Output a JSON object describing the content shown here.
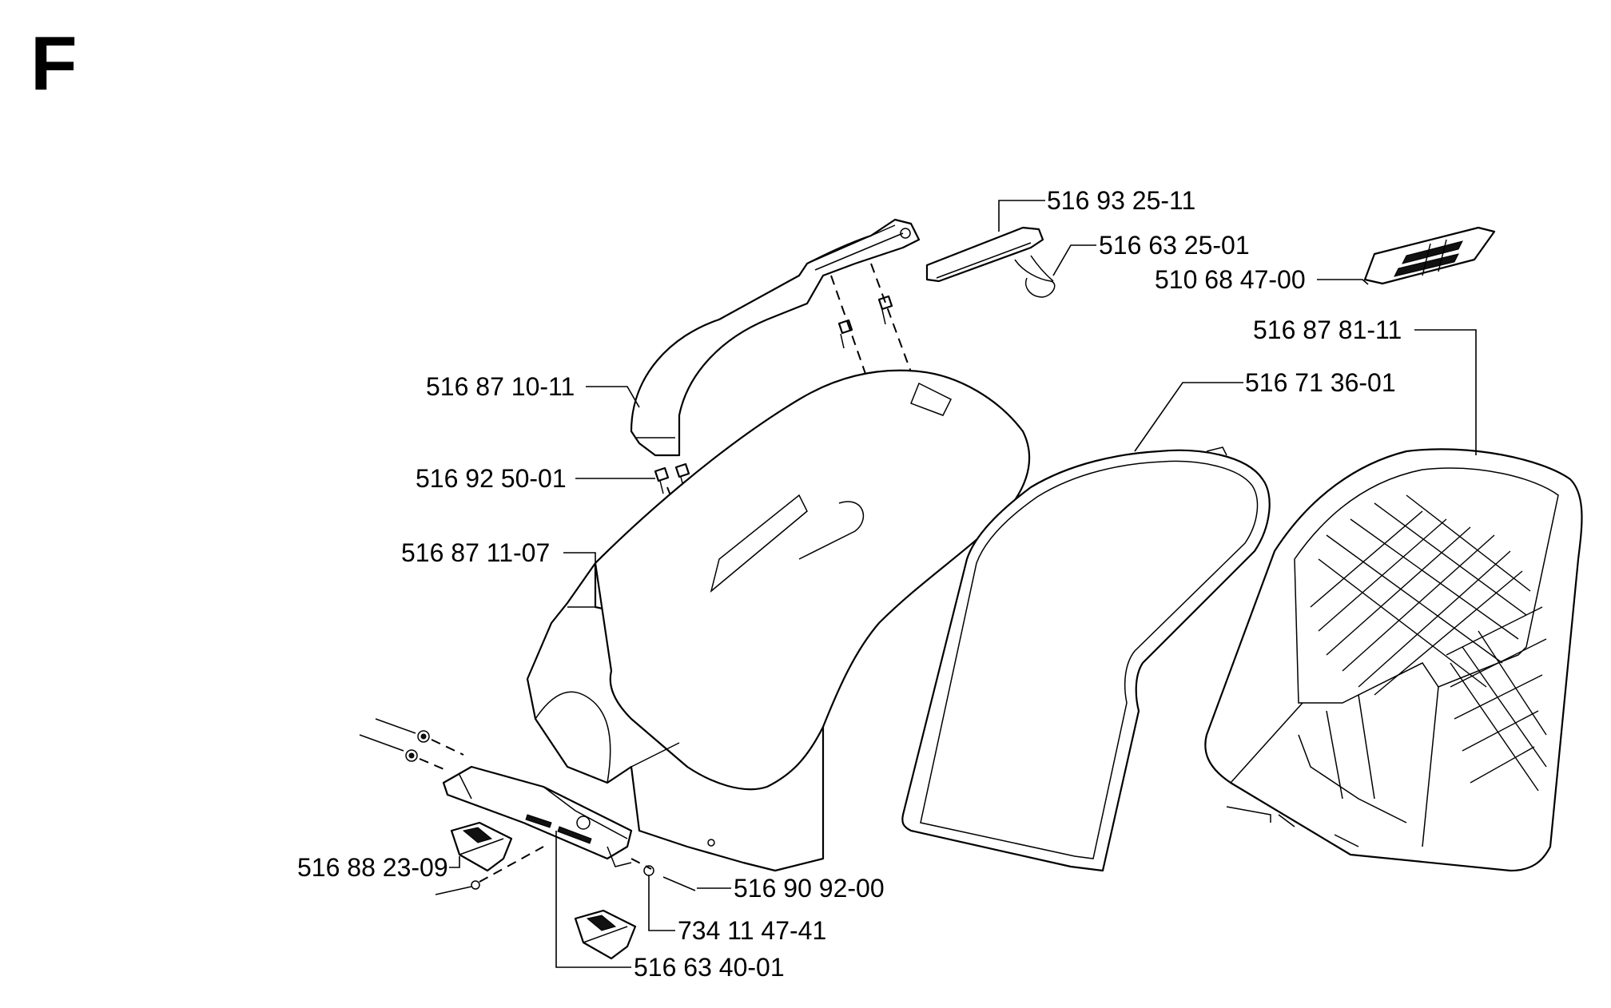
{
  "section": "F",
  "parts": [
    {
      "id": "p1",
      "number": "516 93 25-11"
    },
    {
      "id": "p2",
      "number": "516 63 25-01"
    },
    {
      "id": "p3",
      "number": "510 68 47-00"
    },
    {
      "id": "p4",
      "number": "516 87 81-11"
    },
    {
      "id": "p5",
      "number": "516 87 10-11"
    },
    {
      "id": "p6",
      "number": "516 71 36-01"
    },
    {
      "id": "p7",
      "number": "516 92 50-01"
    },
    {
      "id": "p8",
      "number": "516 87 11-07"
    },
    {
      "id": "p9",
      "number": "516 88 23-09"
    },
    {
      "id": "p10",
      "number": "516 90 92-00"
    },
    {
      "id": "p11",
      "number": "734 11 47-41"
    },
    {
      "id": "p12",
      "number": "516 63 40-01"
    }
  ]
}
